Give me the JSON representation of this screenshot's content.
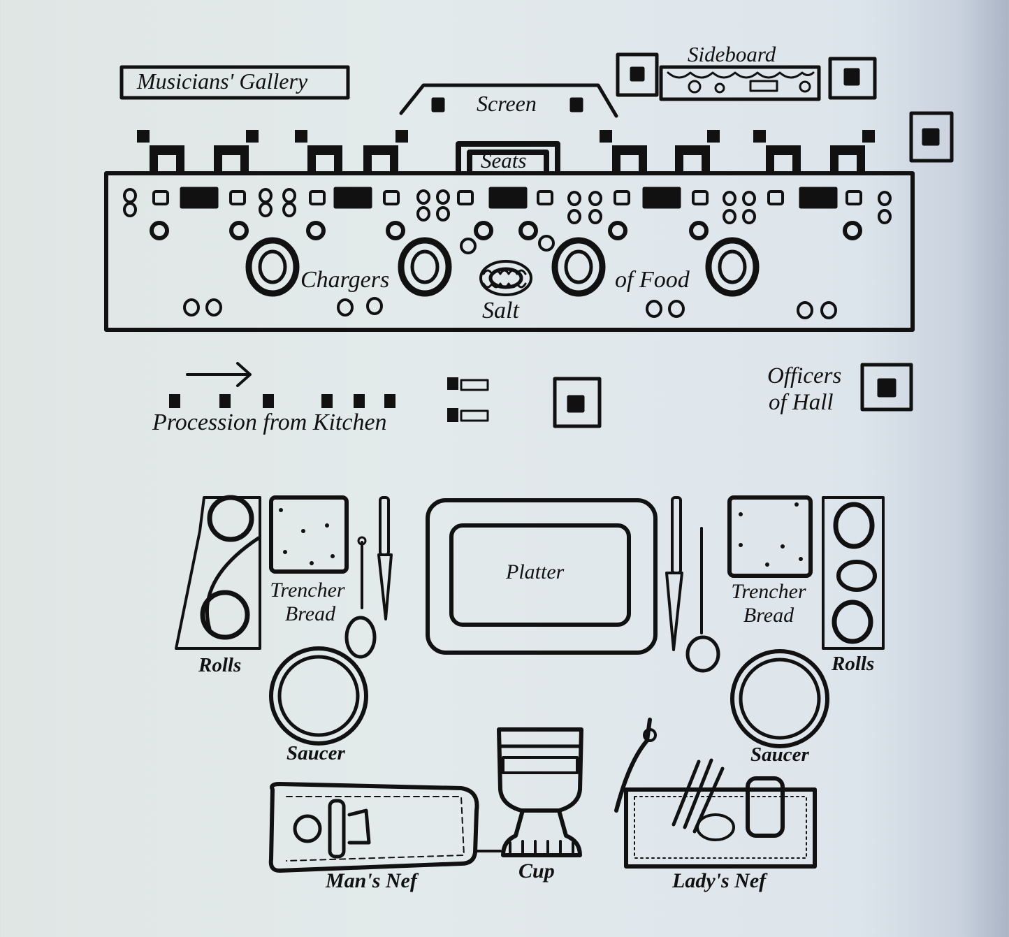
{
  "diagram": {
    "title": "Medieval Banquet Hall and Place Setting",
    "hall": {
      "musicians_gallery": "Musicians' Gallery",
      "screen": "Screen",
      "sideboard": "Sideboard",
      "seats": "Seats",
      "chargers_left": "Chargers",
      "chargers_right": "of Food",
      "salt": "Salt",
      "procession": "Procession from Kitchen",
      "officers_line1": "Officers",
      "officers_line2": "of Hall"
    },
    "setting": {
      "platter": "Platter",
      "trencher_left_1": "Trencher",
      "trencher_left_2": "Bread",
      "trencher_right_1": "Trencher",
      "trencher_right_2": "Bread",
      "rolls_left": "Rolls",
      "rolls_right": "Rolls",
      "saucer_left": "Saucer",
      "saucer_right": "Saucer",
      "mans_nef": "Man's Nef",
      "cup": "Cup",
      "ladys_nef": "Lady's Nef"
    },
    "colors": {
      "ink": "#111111",
      "paper": "#e2e9ea"
    }
  }
}
